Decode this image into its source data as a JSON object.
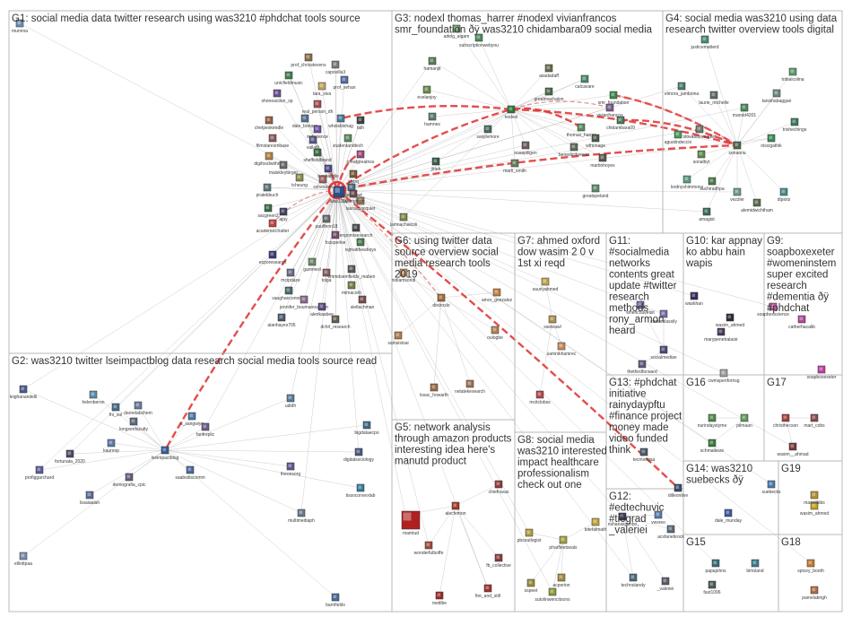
{
  "groups": [
    {
      "id": "G1",
      "title_lines": [
        "G1: social media data twitter research using was3210 #phdchat tools source"
      ]
    },
    {
      "id": "G2",
      "title_lines": [
        "G2: was3210 twitter lseimpactblog data research social media tools source read"
      ]
    },
    {
      "id": "G3",
      "title_lines": [
        "G3: nodexl thomas_harrer #nodexl vivianfrancos",
        "smr_foundation ðÿ was3210 chidambara09 social media"
      ]
    },
    {
      "id": "G4",
      "title_lines": [
        "G4: social media was3210 using data",
        "research twitter overview tools digital"
      ]
    },
    {
      "id": "G5",
      "title_lines": [
        "G5: network analysis",
        "through amazon products",
        "interesting idea here's",
        "manutd product"
      ]
    },
    {
      "id": "G6",
      "title_lines": [
        "G6: using twitter data",
        "source overview social",
        "media research tools",
        "2019"
      ]
    },
    {
      "id": "G7",
      "title_lines": [
        "G7: ahmed oxford",
        "dow wasim 2 0 v",
        "1st xi reqd"
      ]
    },
    {
      "id": "G8",
      "title_lines": [
        "G8: social media",
        "was3210 interested",
        "impact healthcare",
        "professionalism",
        "check out one"
      ]
    },
    {
      "id": "G9",
      "title_lines": [
        "G9:",
        "soapboxexeter",
        "#womeninstem",
        "super excited",
        "research",
        "#dementia ðÿ",
        "#phdchat"
      ]
    },
    {
      "id": "G10",
      "title_lines": [
        "G10: kar appnay",
        "ko abbu hain",
        "wapis"
      ]
    },
    {
      "id": "G11",
      "title_lines": [
        "G11:",
        "#socialmedia",
        "networks",
        "contents great",
        "update #twitter",
        "research",
        "methods",
        "rony_armon",
        "heard"
      ]
    },
    {
      "id": "G12",
      "title_lines": [
        "G12:",
        "#edtechuvic",
        "#tiegrad",
        "_valeriei"
      ]
    },
    {
      "id": "G13",
      "title_lines": [
        "G13: #phdchat",
        "initiative",
        "rainydaypftu",
        "#finance project",
        "money made",
        "video funded",
        "think"
      ]
    },
    {
      "id": "G14",
      "title_lines": [
        "G14: was3210",
        "suebecks ðÿ"
      ]
    },
    {
      "id": "G15",
      "title_lines": [
        "G15"
      ]
    },
    {
      "id": "G16",
      "title_lines": [
        "G16"
      ]
    },
    {
      "id": "G17",
      "title_lines": [
        "G17"
      ]
    },
    {
      "id": "G18",
      "title_lines": [
        "G18"
      ]
    },
    {
      "id": "G19",
      "title_lines": [
        "G19"
      ]
    }
  ],
  "nodes": [
    {
      "id": "was3210",
      "label": "was3210",
      "color": "#2a4f8f"
    },
    {
      "id": "munnna",
      "label": "munnna",
      "color": "#6b8bb5"
    },
    {
      "id": "prof_chrisstevens",
      "label": "prof_chrisstevens",
      "color": "#8a6f4a"
    },
    {
      "id": "unicfieldmusic",
      "label": "unicfieldmusic",
      "color": "#3f7f4f"
    },
    {
      "id": "shoneaction_sp",
      "label": "shoneaction_sp",
      "color": "#6a4f8f"
    },
    {
      "id": "tara_siva",
      "label": "tara_siva",
      "color": "#c0a060"
    },
    {
      "id": "capovilla3",
      "label": "capovilla3",
      "color": "#7a7a7a"
    },
    {
      "id": "prof_sehan",
      "label": "prof_sehan",
      "color": "#4f6f9f"
    },
    {
      "id": "real_person_dh",
      "label": "real_person_dh",
      "color": "#a05050"
    },
    {
      "id": "dale_bonass",
      "label": "dale_bonass",
      "color": "#507090"
    },
    {
      "id": "chetpeskeodle",
      "label": "chetpeskeodle",
      "color": "#906040"
    },
    {
      "id": "mdscience",
      "label": "mdscience",
      "color": "#7050a0"
    },
    {
      "id": "talh",
      "label": "talh",
      "color": "#404040"
    },
    {
      "id": "studentandtech",
      "label": "studentandtech",
      "color": "#5a8a5a"
    },
    {
      "id": "filmstaresmbase",
      "label": "filmstaresmbase",
      "color": "#8a5a5a"
    },
    {
      "id": "vallath",
      "label": "vallath",
      "color": "#5a5a8a"
    },
    {
      "id": "whoisbishag",
      "label": "whoisbishag",
      "color": "#4a7a9a"
    },
    {
      "id": "digifoodwithme",
      "label": "digifoodwithme",
      "color": "#b08040"
    },
    {
      "id": "sheffieldbrand",
      "label": "sheffieldbrand",
      "color": "#3a6a3a"
    },
    {
      "id": "greatgreatnss",
      "label": "greatgreatnss",
      "color": "#9a4a7a"
    },
    {
      "id": "maiskleybirger",
      "label": "maiskleybirger",
      "color": "#6a6a6a"
    },
    {
      "id": "benbandio",
      "label": "benbandio",
      "color": "#4a4a8a"
    },
    {
      "id": "tcheung",
      "label": "tcheung",
      "color": "#8a8a4a"
    },
    {
      "id": "sshesaan",
      "label": "sshesaan",
      "color": "#a06060"
    },
    {
      "id": "pratekbuch",
      "label": "pratekbuch",
      "color": "#5a7a7a"
    },
    {
      "id": "slyfrq",
      "label": "slyfrq",
      "color": "#7a5a3a"
    },
    {
      "id": "kaurshead",
      "label": "kaurshead",
      "color": "#4a6a8a"
    },
    {
      "id": "lauraspacquiet",
      "label": "lauraspacquiet",
      "color": "#9a7a5a"
    },
    {
      "id": "fayerighton",
      "label": "fayerighton",
      "color": "#6a4a4a"
    },
    {
      "id": "academicchatter",
      "label": "academicchatter",
      "color": "#c04040"
    },
    {
      "id": "ajay",
      "label": "ajay",
      "color": "#404060"
    },
    {
      "id": "sacgreen2",
      "label": "sacgreen2",
      "color": "#3a6a4a"
    },
    {
      "id": "pauffenn18",
      "label": "pauffenn18",
      "color": "#6a6a6a"
    },
    {
      "id": "fozsperkie",
      "label": "fozsperkie",
      "color": "#7a4a6a"
    },
    {
      "id": "enpomisesearch",
      "label": "enpomisesearch",
      "color": "#4a4a4a"
    },
    {
      "id": "rsjmatthewboys",
      "label": "rsjmatthewboys",
      "color": "#4a7a4a"
    },
    {
      "id": "ecporesearch",
      "label": "ecporesearch",
      "color": "#3a3a7a"
    },
    {
      "id": "mcipdaze",
      "label": "mcipdaze",
      "color": "#6a6a8a"
    },
    {
      "id": "tolga",
      "label": "tolga",
      "color": "#8a5a5a"
    },
    {
      "id": "gammed",
      "label": "gammed",
      "color": "#6a8a6a"
    },
    {
      "id": "cmmdsemfields_maben",
      "label": "cmmdsemfields_maben",
      "color": "#5a5a5a"
    },
    {
      "id": "mimacorb",
      "label": "mimacorb",
      "color": "#7a7a4a"
    },
    {
      "id": "vaughanconnolly",
      "label": "vaughanconnolly",
      "color": "#4a6a6a"
    },
    {
      "id": "jennifer_boumanoutnum",
      "label": "jennifer_boumanoutnum",
      "color": "#8a6a8a"
    },
    {
      "id": "alerikaabee",
      "label": "alerikaabee",
      "color": "#5a4a7a"
    },
    {
      "id": "dchrl_research",
      "label": "dchrl_research",
      "color": "#6a5a4a"
    },
    {
      "id": "alanhayes705",
      "label": "alanhayes705",
      "color": "#4a5a6a"
    },
    {
      "id": "sietlachman",
      "label": "sietlachman",
      "color": "#7a4a4a"
    },
    {
      "id": "leighanandelli",
      "label": "leighanandelli",
      "color": "#4a5a8a"
    },
    {
      "id": "helenberon",
      "label": "helenberon",
      "color": "#5a8aaa"
    },
    {
      "id": "darnelabchem",
      "label": "darnelabchem",
      "color": "#6a7a9a"
    },
    {
      "id": "fni_sol",
      "label": "fni_sol",
      "color": "#4a6a8a"
    },
    {
      "id": "longxenfaculty",
      "label": "longxenfaculty",
      "color": "#5a6a7a"
    },
    {
      "id": "d_sangwiyo",
      "label": "d_sangwiyo",
      "color": "#4a7aaa"
    },
    {
      "id": "fanfreplic",
      "label": "fanfreplic",
      "color": "#6a5a8a"
    },
    {
      "id": "lseimpactblog",
      "label": "lseimpactblog",
      "color": "#3a5a9a"
    },
    {
      "id": "kaurevp",
      "label": "kaurevp",
      "color": "#5a7aaa"
    },
    {
      "id": "profiggarchard",
      "label": "profiggarchard",
      "color": "#5a5a9a"
    },
    {
      "id": "saabsdiscomm",
      "label": "saabsdiscomm",
      "color": "#4a6a9a"
    },
    {
      "id": "demografia_cpic",
      "label": "demografia_cpic",
      "color": "#6a5a7a"
    },
    {
      "id": "fortunata_2020",
      "label": "fortunata_2020",
      "color": "#4a4a6a"
    },
    {
      "id": "lssaiaalah",
      "label": "lssaiaalah",
      "color": "#5a6a9a"
    },
    {
      "id": "bigdataecpo",
      "label": "bigdataecpo",
      "color": "#3a6a8a"
    },
    {
      "id": "digitalsociology",
      "label": "digitalsociology",
      "color": "#4a5a7a"
    },
    {
      "id": "theonsorg",
      "label": "theonsorg",
      "color": "#5a5a8a"
    },
    {
      "id": "tissoconvexlab",
      "label": "tissoconvexlab",
      "color": "#3a7a9a"
    },
    {
      "id": "multimediaph",
      "label": "multimediaph",
      "color": "#6a7a8a"
    },
    {
      "id": "elliottpaa",
      "label": "elliottpaa",
      "color": "#7a8aaa"
    },
    {
      "id": "barnfields",
      "label": "barnfields",
      "color": "#4a6a9a"
    },
    {
      "id": "udidh",
      "label": "udidh",
      "color": "#5a7a9a"
    },
    {
      "id": "adelg_aigam",
      "label": "adelg_aigam",
      "color": "#6a9a6a"
    },
    {
      "id": "subscriptionwebyou",
      "label": "subscriptionwebyou",
      "color": "#4a8a5a"
    },
    {
      "id": "hamanjit",
      "label": "hamanjit",
      "color": "#5a7a5a"
    },
    {
      "id": "evelanjoy",
      "label": "evelanjoy",
      "color": "#6a8a4a"
    },
    {
      "id": "nodexl",
      "label": "nodexl",
      "color": "#2a7a3a"
    },
    {
      "id": "greatmachalon",
      "label": "greatmachalon",
      "color": "#4a6a4a"
    },
    {
      "id": "smr_foundation",
      "label": "smr_foundation",
      "color": "#3a8a4a"
    },
    {
      "id": "thomas_harrer",
      "label": "thomas_harrer",
      "color": "#5a8a5a"
    },
    {
      "id": "vivianfrancos",
      "label": "vivianfrancos",
      "color": "#7a5a8a"
    },
    {
      "id": "chidambara09",
      "label": "chidambara09",
      "color": "#4a7a5a"
    },
    {
      "id": "asadadaff",
      "label": "asadadaff",
      "color": "#6a6a4a"
    },
    {
      "id": "calcavare",
      "label": "calcavare",
      "color": "#4a8a6a"
    },
    {
      "id": "benedictbrewer",
      "label": "benedictbrewer",
      "color": "#5a6a5a"
    },
    {
      "id": "wfmmaga",
      "label": "wfmmaga",
      "color": "#4a5a4a"
    },
    {
      "id": "marti_smith",
      "label": "marti_smith",
      "color": "#6a7a5a"
    },
    {
      "id": "martinhoyes",
      "label": "martinhoyes",
      "color": "#5a5a4a"
    },
    {
      "id": "greatspeland",
      "label": "greatspeland",
      "color": "#5a8a6a"
    },
    {
      "id": "sanjiivmore",
      "label": "sanjiivmore",
      "color": "#4a6a5a"
    },
    {
      "id": "jirteh",
      "label": "jirteh",
      "color": "#3a5a4a"
    },
    {
      "id": "hamnes",
      "label": "hamnes",
      "color": "#5a7a6a"
    },
    {
      "id": "noaspiligen",
      "label": "noaspiligen",
      "color": "#6a5a5a"
    },
    {
      "id": "justicematterd",
      "label": "justicematterd",
      "color": "#4a8a7a"
    },
    {
      "id": "tobialcolina",
      "label": "tobialcolina",
      "color": "#5a9a6a"
    },
    {
      "id": "elmora_jamboina",
      "label": "elmora_jamboina",
      "color": "#4a7a6a"
    },
    {
      "id": "tanishabaggan",
      "label": "tanishabaggan",
      "color": "#6a8a7a"
    },
    {
      "id": "laurie_michelle",
      "label": "laurie_michelle",
      "color": "#5a6a6a"
    },
    {
      "id": "marold4201",
      "label": "marold4201",
      "color": "#4a8a5a"
    },
    {
      "id": "trishechings",
      "label": "trishechings",
      "color": "#3a7a5a"
    },
    {
      "id": "agustindeccio",
      "label": "agustindeccio",
      "color": "#4a9a5a"
    },
    {
      "id": "stovantonmarket",
      "label": "stovantonmarket",
      "color": "#6a7a6a"
    },
    {
      "id": "sonalbyt",
      "label": "sonalbyt",
      "color": "#5a8a4a"
    },
    {
      "id": "sonaonu",
      "label": "sonaonu",
      "color": "#4a6a4a"
    },
    {
      "id": "niscigathik",
      "label": "niscigathik",
      "color": "#3a8a5a"
    },
    {
      "id": "lordnyshimmonz",
      "label": "lordnyshimmonz",
      "color": "#5a9a7a"
    },
    {
      "id": "suchiradhpa",
      "label": "suchiradhpa",
      "color": "#4a7a4a"
    },
    {
      "id": "vezzler",
      "label": "vezzler",
      "color": "#6a9a8a"
    },
    {
      "id": "alemidwichtham",
      "label": "alemidwichtham",
      "color": "#5a6a4a"
    },
    {
      "id": "dipiots",
      "label": "dipiots",
      "color": "#4a8a8a"
    },
    {
      "id": "amagist",
      "label": "amagist",
      "color": "#3a6a5a"
    },
    {
      "id": "lamnachaicoli",
      "label": "lamnachaicoli",
      "color": "#7a8a4a"
    },
    {
      "id": "amor_gonzalez",
      "label": "amor_gonzalez",
      "color": "#c08040"
    },
    {
      "id": "dedroslo",
      "label": "dedroslo",
      "color": "#a06a3a"
    },
    {
      "id": "samsistsai",
      "label": "samsistsai",
      "color": "#b07a4a"
    },
    {
      "id": "lssac_howarth",
      "label": "lssac_howarth",
      "color": "#9a6a4a"
    },
    {
      "id": "nidiamsondi",
      "label": "nidiamsondi",
      "color": "#c09060"
    },
    {
      "id": "rwtatekesearch",
      "label": "rwtatekesearch",
      "color": "#a07050"
    },
    {
      "id": "oulogbe",
      "label": "oulogbe",
      "color": "#b08050"
    },
    {
      "id": "sauriyahmed",
      "label": "sauriyahmed",
      "color": "#c0a050"
    },
    {
      "id": "sseteawl",
      "label": "sseteawl",
      "color": "#b0904a"
    },
    {
      "id": "samnikhamrec",
      "label": "samnikhamrec",
      "color": "#c08a5a"
    },
    {
      "id": "mamtud",
      "label": "mamtud",
      "color": "#b02020"
    },
    {
      "id": "alecfemon",
      "label": "alecfemon",
      "color": "#a03a2a"
    },
    {
      "id": "chiefravas",
      "label": "chiefravas",
      "color": "#903a3a"
    },
    {
      "id": "wonderfulboffe",
      "label": "wonderfulboffe",
      "color": "#a04a3a"
    },
    {
      "id": "fb_collective",
      "label": "fb_collective",
      "color": "#8a3a3a"
    },
    {
      "id": "metilbe",
      "label": "metilbe",
      "color": "#9a2a2a"
    },
    {
      "id": "fire_and_still",
      "label": "fire_and_still",
      "color": "#a03030"
    },
    {
      "id": "bitefalmath",
      "label": "bitefalmath",
      "color": "#c0a040"
    },
    {
      "id": "pharfleetseals",
      "label": "pharfleetseals",
      "color": "#a0a040"
    },
    {
      "id": "pbsoutlogist",
      "label": "pbsoutlogist",
      "color": "#b09a40"
    },
    {
      "id": "acperion",
      "label": "acperion",
      "color": "#a08a40"
    },
    {
      "id": "sspeet",
      "label": "sspeet",
      "color": "#9a8a3a"
    },
    {
      "id": "sutolinwencitsons",
      "label": "sutolinwencitsons",
      "color": "#8a9a3a"
    },
    {
      "id": "mcitclobss",
      "label": "mcitclobss",
      "color": "#b04a4a"
    },
    {
      "id": "whencouvelsit",
      "label": "whencouvelsit",
      "color": "#6a6a9a"
    },
    {
      "id": "customlassily",
      "label": "customlassily",
      "color": "#7a6aaa"
    },
    {
      "id": "socialmedian",
      "label": "socialmedian",
      "color": "#4a4a7a"
    },
    {
      "id": "thethirdforward",
      "label": "thethirdforward",
      "color": "#5a5a7a"
    },
    {
      "id": "waskhan",
      "label": "waskhan",
      "color": "#3a2a5a"
    },
    {
      "id": "wasim_ahmed",
      "label": "wasim_ahmed",
      "color": "#2a2a3a"
    },
    {
      "id": "marypenetralaoir",
      "label": "marypenetralaoir",
      "color": "#4a3a5a"
    },
    {
      "id": "soapboxscience",
      "label": "soapboxscience",
      "color": "#c05aa0"
    },
    {
      "id": "catherhacalib",
      "label": "catherhacalib",
      "color": "#b04a9a"
    },
    {
      "id": "soapboxexeter",
      "label": "soapboxexeter",
      "color": "#c040a0"
    },
    {
      "id": "cwmspenfornsg",
      "label": "cwmspenfornsg",
      "color": "#a0a0a0"
    },
    {
      "id": "nurindaystyme",
      "label": "nurindaystyme",
      "color": "#4a8a4a"
    },
    {
      "id": "pilmaan",
      "label": "pilmaan",
      "color": "#5a9a5a"
    },
    {
      "id": "schmalkeze",
      "label": "schmalkeze",
      "color": "#3a7a3a"
    },
    {
      "id": "christhecson",
      "label": "christhecson",
      "color": "#a04040"
    },
    {
      "id": "mart_cobs",
      "label": "mart_cobs",
      "color": "#8a4a4a"
    },
    {
      "id": "wasim__ahmad",
      "label": "wasim__ahmad",
      "color": "#7a3a3a"
    },
    {
      "id": "dilleonline",
      "label": "dilleonline",
      "color": "#3a4a6a"
    },
    {
      "id": "tecmongsa",
      "label": "tecmongsa",
      "color": "#4a5a6a"
    },
    {
      "id": "nshanasjumbo",
      "label": "nshanasjumbo",
      "color": "#3a3a5a"
    },
    {
      "id": "acsfanebrock",
      "label": "acsfanebrock",
      "color": "#5a6a7a"
    },
    {
      "id": "vwsreo",
      "label": "vwsreo",
      "color": "#5a7aaa"
    },
    {
      "id": "technolandy",
      "label": "technolandy",
      "color": "#4a6a7a"
    },
    {
      "id": "_valeriei",
      "label": "_valeriei",
      "color": "#5a5a6a"
    },
    {
      "id": "dale_munday",
      "label": "dale_munday",
      "color": "#3a5a9a"
    },
    {
      "id": "suebecks",
      "label": "suebecks",
      "color": "#4a7aaa"
    },
    {
      "id": "wasim_ahmed_s",
      "label": "wasim_ahmed",
      "color": "#c0a020"
    },
    {
      "id": "mazeilbibs",
      "label": "mazeilbibs",
      "color": "#b09030"
    },
    {
      "id": "papajohns",
      "label": "papajohns",
      "color": "#3a6a7a"
    },
    {
      "id": "fast1096",
      "label": "fast1096",
      "color": "#4a5a5a"
    },
    {
      "id": "birtoland",
      "label": "birtoland",
      "color": "#3a7a8a"
    },
    {
      "id": "spicey_booth",
      "label": "spicey_booth",
      "color": "#c07a30"
    },
    {
      "id": "pamelabrigh",
      "label": "pamelabrigh",
      "color": "#b06a40"
    }
  ],
  "edges": [
    [
      "was3210",
      "nodexl",
      "hot"
    ],
    [
      "was3210",
      "sonaonu",
      "hot"
    ],
    [
      "nodexl",
      "sonaonu",
      "hot"
    ],
    [
      "smr_foundation",
      "sonaonu",
      "hot"
    ],
    [
      "chidambara09",
      "sonaonu",
      "hot"
    ],
    [
      "thomas_harrer",
      "nodexl",
      "hot"
    ],
    [
      "was3210",
      "greatgreatnss",
      "hot"
    ],
    [
      "was3210",
      "benbandio",
      "hot"
    ],
    [
      "was3210",
      "lseimpactblog",
      "hot"
    ],
    [
      "was3210",
      "dilleonline",
      "hot"
    ],
    [
      "was3210",
      "academicchatter",
      "warm"
    ],
    [
      "was3210",
      "dedroslo",
      "warm"
    ],
    [
      "nodexl",
      "whoisbishag",
      "hot"
    ],
    [
      "vivianfrancos",
      "nodexl",
      "warm"
    ],
    [
      "sonaonu",
      "smr_foundation",
      "warm"
    ]
  ]
}
